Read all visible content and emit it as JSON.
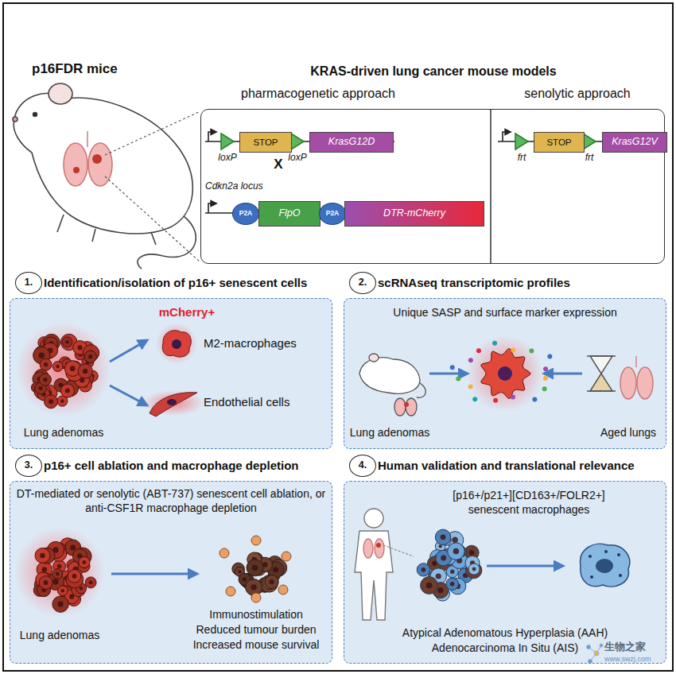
{
  "diagram": {
    "nodes": [
      {
        "text": [
          "KRAS-driven lung cancer mouse models"
        ]
      },
      {
        "text": [
          "STOP"
        ],
        "in": 0
      },
      {
        "text": [
          "KrasG12D"
        ],
        "in": 0
      },
      {
        "text": [
          "P2A"
        ],
        "in": 0
      },
      {
        "text": [
          "FlpO"
        ],
        "in": 0
      },
      {
        "text": [
          "P2A"
        ],
        "in": 0
      },
      {
        "text": [
          "DTR-mCherry"
        ],
        "in": 0
      },
      {
        "text": [
          "STOP"
        ],
        "in": 0
      },
      {
        "text": [
          "KrasG12V"
        ],
        "in": 0
      },
      {
        "text": [
          "Identification/isolation of p16+ senescent cells"
        ]
      },
      {
        "text": [
          "1."
        ],
        "in": 9
      },
      {
        "text": [
          "scRNAseq transcriptomic profiles"
        ]
      },
      {
        "text": [
          "2."
        ],
        "in": 11
      },
      {
        "text": [
          "p16+ cell ablation and macrophage depletion"
        ]
      },
      {
        "text": [
          "3."
        ],
        "in": 13
      },
      {
        "text": [
          "Human validation and translational relevance"
        ]
      },
      {
        "text": [
          "4."
        ],
        "in": 15
      }
    ],
    "labels": [
      "p16FDR mice",
      "pharmacogenetic approach",
      "senolytic approach",
      "loxP",
      "loxP",
      "X",
      "Cdkn2a locus",
      "frt",
      "frt",
      "mCherry+",
      "M2-macrophages",
      "Endothelial cells",
      "Lung adenomas",
      "Unique SASP and surface marker expression",
      "Lung adenomas",
      "Aged lungs",
      "DT-mediated or senolytic (ABT-737) senescent cell ablation, or anti-CSF1R macrophage depletion",
      "Lung adenomas",
      "Immunostimulation",
      "Reduced tumour burden",
      "Increased mouse survival",
      "[p16+/p21+][CD163+/FOLR2+] senescent macrophages",
      "Atypical Adenomatous Hyperplasia (AAH)",
      "Adenocarcinoma In Situ (AIS)",
      "生物之家",
      "www.swzj.com"
    ]
  }
}
